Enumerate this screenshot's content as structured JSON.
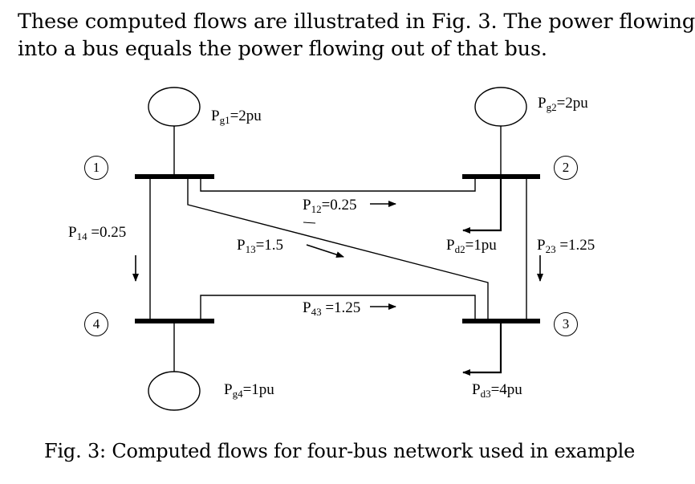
{
  "intro": {
    "line1": "These computed flows are illustrated in Fig. 3. The power flowing",
    "line2": "into a bus equals the power flowing out of that bus."
  },
  "buses": [
    {
      "id": "1"
    },
    {
      "id": "2"
    },
    {
      "id": "3"
    },
    {
      "id": "4"
    }
  ],
  "labels": {
    "pg1": {
      "main": "P",
      "sub": "g1",
      "rest": "=2pu"
    },
    "pg2": {
      "main": "P",
      "sub": "g2",
      "rest": "=2pu"
    },
    "pg4": {
      "main": "P",
      "sub": "g4",
      "rest": "=1pu"
    },
    "pd2": {
      "main": "P",
      "sub": "d2",
      "rest": "=1pu"
    },
    "pd3": {
      "main": "P",
      "sub": "d3",
      "rest": "=4pu"
    },
    "p12": {
      "main": "P",
      "sub": "12",
      "rest": "=0.25"
    },
    "p13": {
      "main": "P",
      "sub": "13",
      "rest": "=1.5"
    },
    "p14": {
      "main": "P",
      "sub": "14",
      "rest": " =0.25"
    },
    "p23": {
      "main": "P",
      "sub": "23",
      "rest": " =1.25"
    },
    "p43": {
      "main": "P",
      "sub": "43",
      "rest": " =1.25"
    }
  },
  "caption": "Fig. 3: Computed flows for four-bus network used in example"
}
